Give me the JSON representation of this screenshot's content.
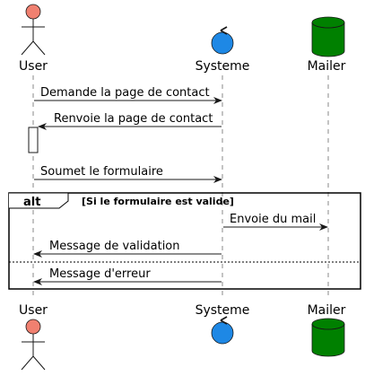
{
  "participants": [
    {
      "name": "User",
      "type": "actor",
      "color": "#F08070"
    },
    {
      "name": "Systeme",
      "type": "control",
      "color": "#1E88E5"
    },
    {
      "name": "Mailer",
      "type": "database",
      "color": "#008000"
    }
  ],
  "messages": [
    {
      "label": "Demande la page de contact",
      "from": "User",
      "to": "Systeme"
    },
    {
      "label": "Renvoie la page de contact",
      "from": "Systeme",
      "to": "User"
    },
    {
      "label": "Soumet le formulaire",
      "from": "User",
      "to": "Systeme"
    },
    {
      "label": "Envoie du mail",
      "from": "Systeme",
      "to": "Mailer"
    },
    {
      "label": "Message de validation",
      "from": "Systeme",
      "to": "User"
    },
    {
      "label": "Message d'erreur",
      "from": "Systeme",
      "to": "User"
    }
  ],
  "alt_fragment": {
    "keyword": "alt",
    "guard": "[Si le formulaire est valide]"
  },
  "colors": {
    "line": "#181818",
    "lifeline": "#888888",
    "activation_fill": "#ffffff"
  }
}
